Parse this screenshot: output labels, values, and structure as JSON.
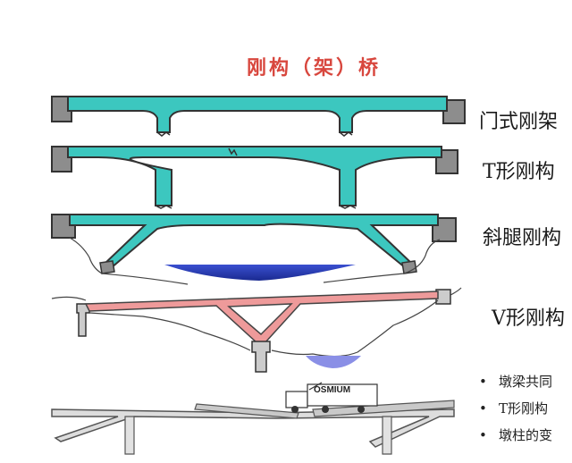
{
  "title": "刚构（架）桥",
  "labels": {
    "portal": "门式刚架",
    "t_frame": "T形刚构",
    "slant": "斜腿刚构",
    "v_frame": "V形刚构"
  },
  "notes": [
    {
      "bullet": "•",
      "text": "墩梁共同"
    },
    {
      "bullet": "•",
      "text": "T形刚构"
    },
    {
      "bullet": "•",
      "text": "墩柱的变"
    }
  ],
  "truck_label": "OSMIUM",
  "colors": {
    "title": "#d8473e",
    "deck_teal": "#3cc7bf",
    "abutment_gray": "#8d8d8d",
    "v_frame_red": "#ee9a9a",
    "water_blue": "#2236a8",
    "water_light": "#8a8fe6"
  }
}
